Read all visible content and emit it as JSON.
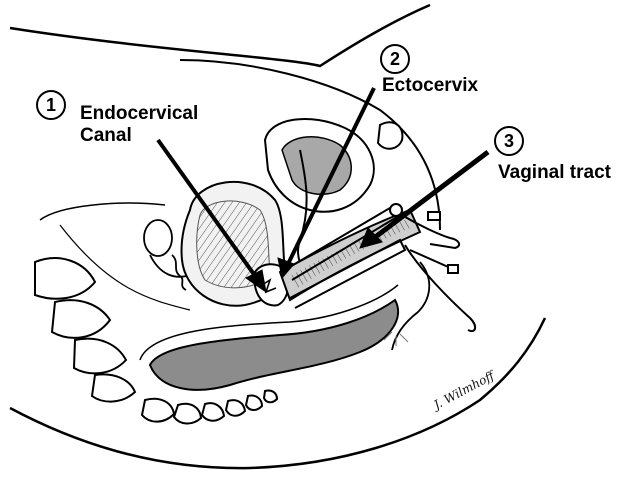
{
  "labels": {
    "one": {
      "number": "1",
      "line1": "Endocervical",
      "line2": "Canal"
    },
    "two": {
      "number": "2",
      "line1": "Ectocervix"
    },
    "three": {
      "number": "3",
      "line1": "Vaginal tract"
    }
  },
  "signature": "J. Wilmhoff",
  "colors": {
    "ink": "#000000",
    "shade": "#9a9a9a",
    "shade_dark": "#7a7a7a",
    "paper": "#ffffff"
  }
}
